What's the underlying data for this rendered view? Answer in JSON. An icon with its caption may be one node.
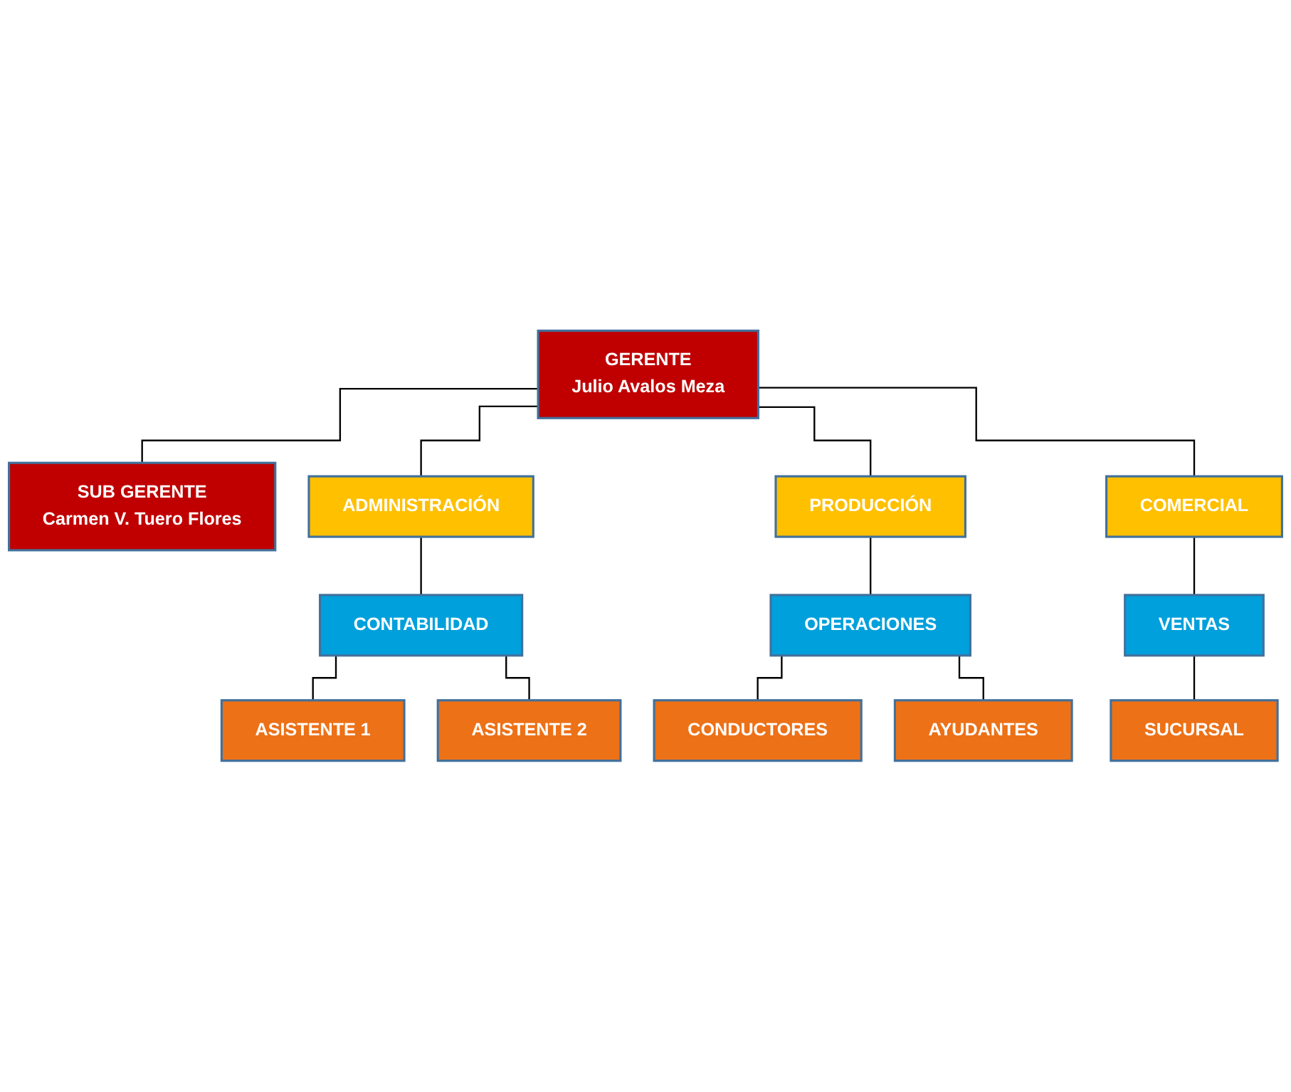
{
  "diagram": {
    "nodes": [
      {
        "text": [
          "GERENTE",
          "Julio Avalos Meza"
        ]
      },
      {
        "text": [
          "SUB GERENTE",
          "Carmen V. Tuero Flores"
        ]
      },
      {
        "text": [
          "ADMINISTRACIÓN"
        ]
      },
      {
        "text": [
          "PRODUCCIÓN"
        ]
      },
      {
        "text": [
          "COMERCIAL"
        ]
      },
      {
        "text": [
          "CONTABILIDAD"
        ]
      },
      {
        "text": [
          "OPERACIONES"
        ]
      },
      {
        "text": [
          "VENTAS"
        ]
      },
      {
        "text": [
          "ASISTENTE 1"
        ]
      },
      {
        "text": [
          "ASISTENTE 2"
        ]
      },
      {
        "text": [
          "CONDUCTORES"
        ]
      },
      {
        "text": [
          "AYUDANTES"
        ]
      },
      {
        "text": [
          "SUCURSAL"
        ]
      }
    ],
    "edges": [
      {
        "from": 0,
        "to": 1,
        "arrow": "none"
      },
      {
        "from": 0,
        "to": 2,
        "arrow": "none"
      },
      {
        "from": 0,
        "to": 3,
        "arrow": "none"
      },
      {
        "from": 0,
        "to": 4,
        "arrow": "none"
      },
      {
        "from": 2,
        "to": 5,
        "arrow": "none"
      },
      {
        "from": 3,
        "to": 6,
        "arrow": "none"
      },
      {
        "from": 4,
        "to": 7,
        "arrow": "none"
      },
      {
        "from": 5,
        "to": 8,
        "arrow": "none"
      },
      {
        "from": 5,
        "to": 9,
        "arrow": "none"
      },
      {
        "from": 6,
        "to": 10,
        "arrow": "none"
      },
      {
        "from": 6,
        "to": 11,
        "arrow": "none"
      },
      {
        "from": 7,
        "to": 12,
        "arrow": "none"
      }
    ]
  }
}
